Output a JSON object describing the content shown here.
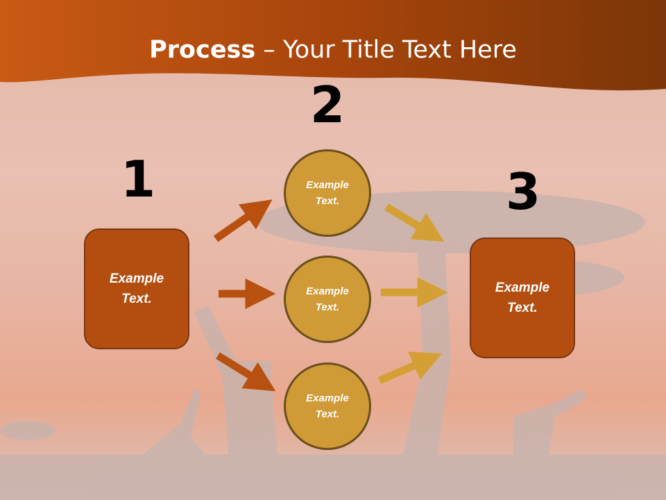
{
  "title": {
    "bold": "Process",
    "rest": " – Your Title Text Here"
  },
  "steps": {
    "n1": "1",
    "n2": "2",
    "n3": "3"
  },
  "box1": {
    "line1": "Example",
    "line2": "Text."
  },
  "circles": [
    {
      "line1": "Example",
      "line2": "Text."
    },
    {
      "line1": "Example",
      "line2": "Text."
    },
    {
      "line1": "Example",
      "line2": "Text."
    }
  ],
  "box3": {
    "line1": "Example",
    "line2": "Text."
  },
  "colors": {
    "box": "#b34e10",
    "circle": "#d09a36",
    "arrow_left": "#b8500f",
    "arrow_right": "#d4a035",
    "header": "#a8450c"
  }
}
